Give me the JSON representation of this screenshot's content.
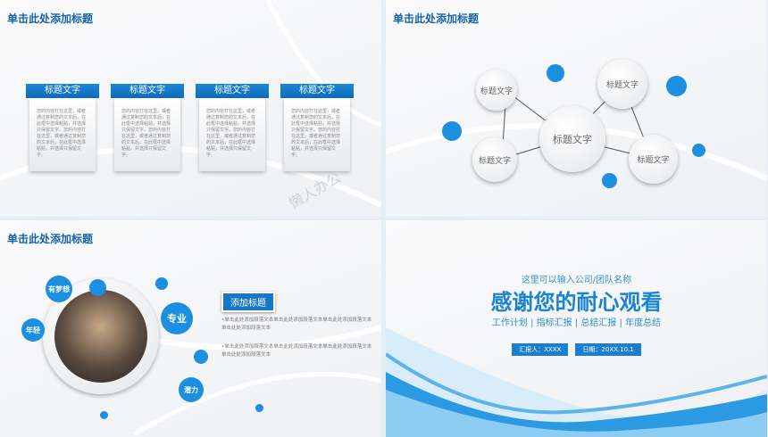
{
  "slide1": {
    "title": "单击此处添加标题",
    "cards": [
      {
        "heading": "标题文字",
        "body": "您的内容打在这里，或者通过复制您的文本后，在此框中选择粘贴，并选择只保留文字。您的内容打在这里，或者通过复制您的文本后，在此框中选择粘贴，并选择只保留文字。"
      },
      {
        "heading": "标题文字",
        "body": "您的内容打在这里，或者通过复制您的文本后，在此框中选择粘贴，并选择只保留文字。您的内容打在这里，或者通过复制您的文本后，在此框中选择粘贴，并选择只保留文字。"
      },
      {
        "heading": "标题文字",
        "body": "您的内容打在这里，或者通过复制您的文本后，在此框中选择粘贴，并选择只保留文字。您的内容打在这里，或者通过复制您的文本后，在此框中选择粘贴，并选择只保留文字。"
      },
      {
        "heading": "标题文字",
        "body": "您的内容打在这里，或者通过复制您的文本后，在此框中选择粘贴，并选择只保留文字。您的内容打在这里，或者通过复制您的文本后，在此框中选择粘贴，并选择只保留文字。"
      }
    ]
  },
  "slide2": {
    "title": "单击此处添加标题",
    "center": "标题文字",
    "nodes": [
      "标题文字",
      "标题文字",
      "标题文字",
      "标题文字"
    ]
  },
  "slide3": {
    "title": "单击此处添加标题",
    "bubbles": [
      "有梦想",
      "年轻",
      "专业",
      "潜力"
    ],
    "tag": "添加标题",
    "bullets": [
      "•单击此处添加段落文本单击此处添加段落文本单击此处添加段落文本单击此处添加段落文本",
      "•单击此处添加段落文本单击此处添加段落文本单击此处添加段落文本单击此处添加段落文本"
    ]
  },
  "slide4": {
    "company": "这里可以输入公司/团队名称",
    "headline": "感谢您的耐心观看",
    "subtitle": "工作计划 | 指标汇报 | 总结汇报 | 年度总结",
    "reporter": "汇报人：XXXX",
    "date": "日期：20XX.10.1",
    "watermark": "懒人办公"
  },
  "colors": {
    "accent": "#1d8fe0",
    "title": "#1763a8"
  }
}
